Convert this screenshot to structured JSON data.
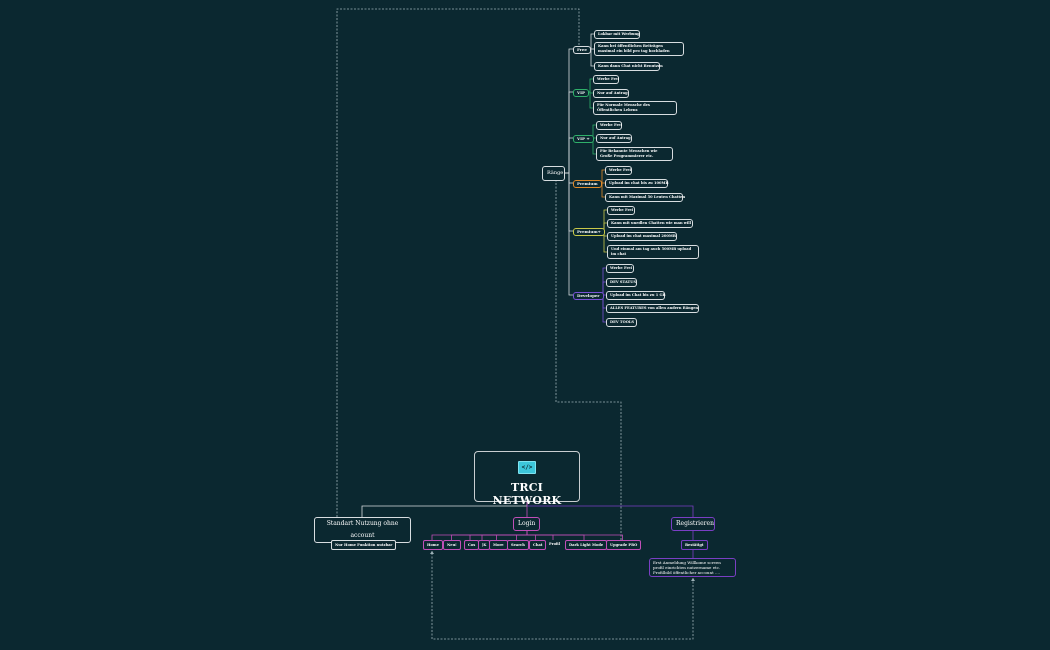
{
  "root": {
    "title": "TRCI NETWORK",
    "logo_icon": "code-icon",
    "logo_glyph": "</>"
  },
  "branches": {
    "standard": "Standart Nutzung ohne account",
    "standard_child": "Nur Home Funktion nutzbar",
    "login": "Login",
    "register": "Registrieren",
    "register_child": "Bestätigt",
    "register_note": "Erst Anmeldung Willkome screen profil einrichten nutzername etc. Profilbild öffentlicher account ....",
    "raenge": "Ränge"
  },
  "login_items": [
    "Home",
    "Neu!",
    "Cos",
    "|K",
    "More",
    "Search",
    "Chat",
    "Profil",
    "Dark Light Mode",
    "Upgrade PRO"
  ],
  "ranks": [
    {
      "name": "Free",
      "color": "#d8dde0",
      "items": [
        "Lokbar mit Werbung",
        "Kann bei öffentlichen Beiträgen maximal ein bild pro tag hochladen",
        "Kann dann Chat nicht Benutzen"
      ]
    },
    {
      "name": "VIP",
      "color": "#2fb06a",
      "items": [
        "Werbe Frei",
        "Nur auf Antrag",
        "Für Normale Mensche des Öffentlichen Lebens"
      ]
    },
    {
      "name": "VIP +",
      "color": "#2fb06a",
      "items": [
        "Werbe Frei",
        "Nur auf Antrag",
        "Für Bekannte Menschen wie Große Programmierer etc."
      ]
    },
    {
      "name": "Premium",
      "color": "#e08a2a",
      "items": [
        "Werbe Frei",
        "Upload im chat bis zu 100MB",
        "Kann mit Maximal 50 Leuten Chatten"
      ]
    },
    {
      "name": "Premium+",
      "color": "#c9c94a",
      "items": [
        "Werbe Frei",
        "Kann mit unedlen Chatten wie man will",
        "Upload im chat maximal 200MB",
        "Und einmal am tag auch 500MB upload im chat"
      ]
    },
    {
      "name": "Developer",
      "color": "#7a52d6",
      "items": [
        "Werbe Frei",
        "DEV STATUS",
        "Upload im Chat bis zu 1 GB",
        "ALLES FEATURES von allen andern Rängen",
        "DEV TOOLS"
      ]
    }
  ],
  "colors": {
    "background": "#0b2830",
    "line": "#d8dde0",
    "login": "#c14fb8",
    "register": "#7a3fc4",
    "dashed": "#9fb2b8"
  }
}
